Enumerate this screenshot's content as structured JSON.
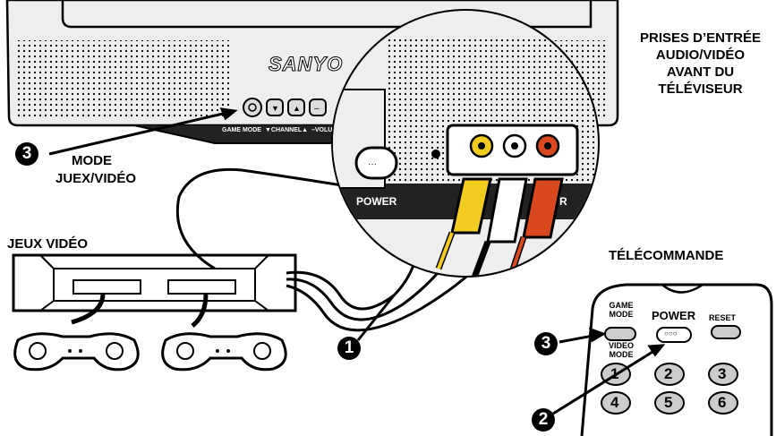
{
  "tv": {
    "brand": "SANYO",
    "game_mode_label": "GAME MODE",
    "channel_label": "▼CHANNEL▲",
    "volume_label": "–VOLU",
    "power_label": "POWER",
    "jack_label_fragment": "R"
  },
  "labels": {
    "front_inputs": [
      "PRISES D’ENTRÉE",
      "AUDIO/VIDÉO",
      "AVANT DU",
      "TÉLÉVISEUR"
    ],
    "mode_line1": "MODE",
    "mode_line2": "JUEX/VIDÉO",
    "game_console": "JEUX VIDÉO",
    "remote_title": "TÉLÉCOMMANDE"
  },
  "remote": {
    "game_mode_line1": "GAME",
    "game_mode_line2": "MODE",
    "video_mode_line1": "VIDEO",
    "video_mode_line2": "MODE",
    "power": "POWER",
    "power_dots": "○○○",
    "reset": "RESET",
    "keys": [
      "1",
      "2",
      "3",
      "4",
      "5",
      "6"
    ]
  },
  "steps": {
    "one": "1",
    "two": "2",
    "three": "3"
  },
  "colors": {
    "cable_yellow": "#f2cc1f",
    "cable_white": "#ffffff",
    "cable_red": "#d9481e",
    "outline": "#000000"
  }
}
